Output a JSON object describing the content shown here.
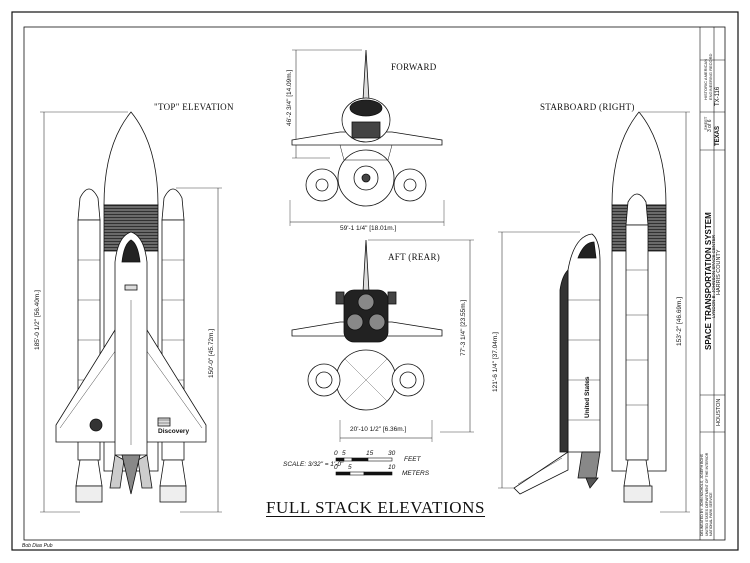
{
  "views": {
    "top": {
      "title": "\"TOP\" ELEVATION",
      "dim_total": "185'-0 1/2\" [56.40m.]",
      "dim_srb": "150'-0\" [45.72m.]",
      "orbiter_name": "Discovery"
    },
    "forward": {
      "title": "FORWARD",
      "dim_height": "46'-2 3/4\" [14.09m.]",
      "dim_span": "59'-1 1/4\" [18.01m.]"
    },
    "aft": {
      "title": "AFT (REAR)",
      "dim_height": "77'-3 1/4\" [23.55m.]",
      "dim_width": "20'-10 1/2\" [6.36m.]"
    },
    "starboard": {
      "title": "STARBOARD (RIGHT)",
      "dim_orbiter": "121'-6 1/4\" [37.04m.]",
      "dim_stack": "153'-2\" [46.69m.]",
      "orbiter_name": "United States"
    }
  },
  "scale": {
    "label": "SCALE: 3/32\" = 1'-0\"",
    "feet_ticks": [
      "0",
      "5",
      "15",
      "30"
    ],
    "feet_unit": "FEET",
    "meter_ticks": [
      "0",
      "5",
      "10"
    ],
    "meter_unit": "METERS"
  },
  "drawing_title": "FULL STACK ELEVATIONS",
  "title_block": {
    "project_line1": "SPACE TRANSPORTATION SYSTEM",
    "project_line2": "LYNDON B. JOHNSON SPACE CENTER",
    "county": "HARRIS COUNTY",
    "city": "HOUSTON",
    "state": "TEXAS",
    "survey_number": "TX-116",
    "sheet_label": "SHEET",
    "sheet": "3 of 6",
    "agency_line1": "HISTORIC AMERICAN",
    "agency_line2": "ENGINEERING RECORD",
    "delineated": "DELINEATED BY: JOHN NICHOLS, JOSEPH BOHS",
    "department_line1": "UNITED STATES DEPARTMENT OF THE INTERIOR",
    "department_line2": "NATIONAL PARK SERVICE"
  },
  "corner_note": "Bob Dias Pub"
}
